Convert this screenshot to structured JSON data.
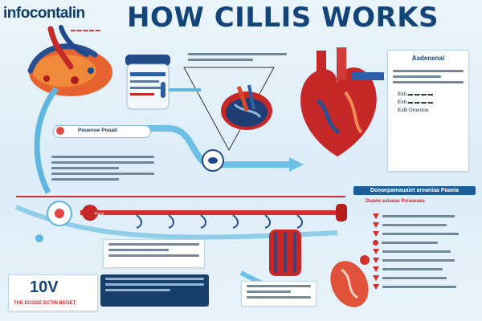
{
  "header": {
    "brand": "infocontalin",
    "title": "HOW CILLIS WORKS"
  },
  "colors": {
    "navy": "#14457a",
    "accent_red": "#d62b2b",
    "panel_blue": "#163f6b",
    "flow_blue": "#5fb7e0"
  },
  "labels": {
    "top_left_tag": "▬ ▬ ▬ ▬ ▬",
    "mid_caption": "Pouenoe Pouall",
    "right_panel_title": "Aadenenal",
    "right_panel_line1": "Exti  ▬ ▬ ▬ ▬",
    "right_panel_line2": "Exti  ▬ ▬ ▬ ▬",
    "right_panel_line3": "ExB  Onentoe",
    "bar_header": "Doeaepamauaiet areaniaa Paaeia",
    "bar_subheader": "Daawe auiaeae Poieaeaea",
    "left_node": "Paue",
    "big_number": "10V",
    "footer_strip": "THE ECOGE ECTIN BEOET"
  },
  "icons": {
    "organ": "stomach-icon",
    "jar": "jar-icon",
    "heart": "heart-icon",
    "cell": "cell-icon",
    "capsule": "capsule-icon",
    "cilia": "cilia-icon"
  }
}
